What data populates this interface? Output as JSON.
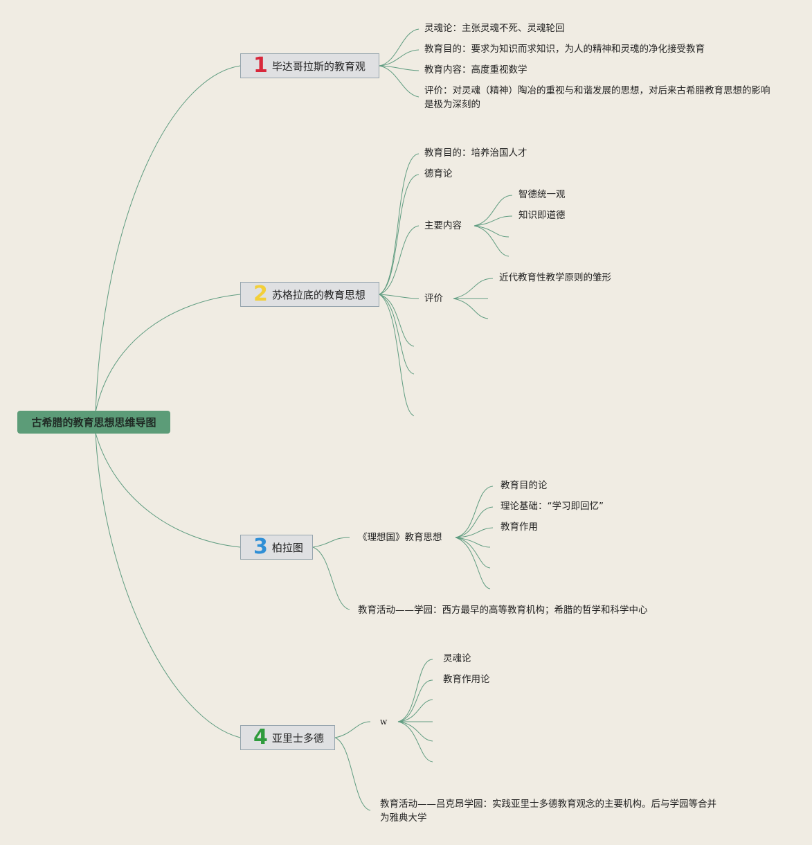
{
  "colors": {
    "background": "#f0ece3",
    "root_fill": "#5c9c78",
    "branch_fill": "#dfe0e2",
    "branch_border": "#95a4ad",
    "line": "#5f9c80",
    "num1": "#d8283b",
    "num2": "#f2cf3a",
    "num3": "#2f8fd6",
    "num4": "#2e9b3c"
  },
  "root": {
    "label": "古希腊的教育思想思维导图"
  },
  "branches": [
    {
      "num": "1",
      "label": "毕达哥拉斯的教育观",
      "items": [
        "灵魂论：主张灵魂不死、灵魂轮回",
        "教育目的：要求为知识而求知识，为人的精神和灵魂的净化接受教育",
        "教育内容：高度重视数学",
        "评价：对灵魂（精神）陶冶的重视与和谐发展的思想，对后来古希腊教育思想的影响是极为深刻的"
      ]
    },
    {
      "num": "2",
      "label": "苏格拉底的教育思想",
      "items": [
        "教育目的：培养治国人才",
        "德育论",
        "主要内容",
        "评价"
      ],
      "main_content_items": [
        "智德统一观",
        "知识即道德"
      ],
      "evaluation_items": [
        "近代教育性教学原则的雏形"
      ]
    },
    {
      "num": "3",
      "label": "柏拉图",
      "items": [
        "《理想国》教育思想",
        "教育活动——学园：西方最早的高等教育机构；希腊的哲学和科学中心"
      ],
      "republic_items": [
        "教育目的论",
        "理论基础：“学习即回忆”",
        "教育作用"
      ]
    },
    {
      "num": "4",
      "label": "亚里士多德",
      "items": [
        "w",
        "教育活动——吕克昂学园：实践亚里士多德教育观念的主要机构。后与学园等合并为雅典大学"
      ],
      "w_items": [
        "灵魂论",
        "教育作用论"
      ]
    }
  ]
}
